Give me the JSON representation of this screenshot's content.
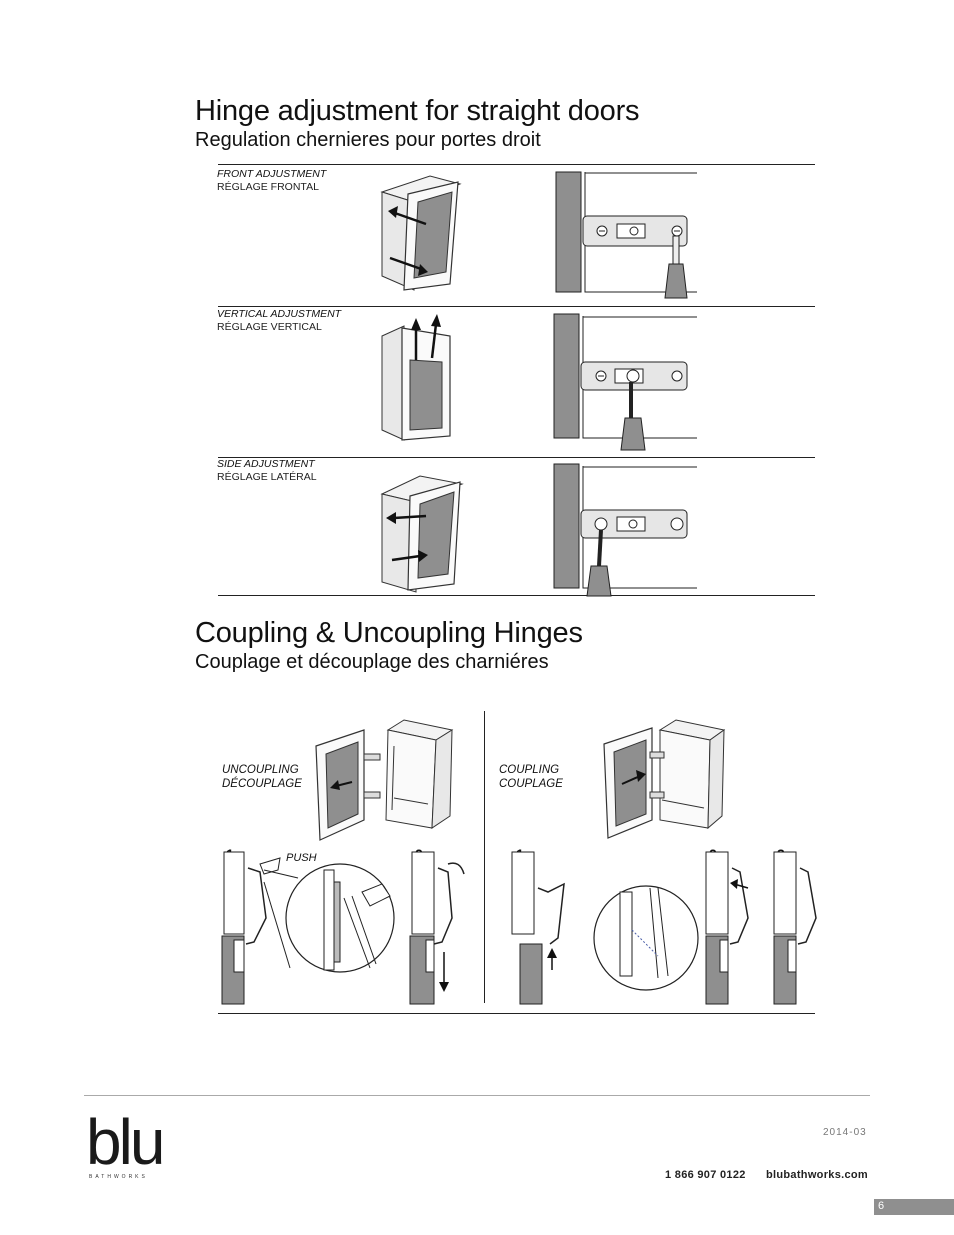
{
  "section1": {
    "title": "Hinge adjustment for straight doors",
    "subtitle": "Regulation chernieres pour portes droit",
    "rows": [
      {
        "label_en": "FRONT ADJUSTMENT",
        "label_fr": "RÉGLAGE FRONTAL"
      },
      {
        "label_en": "VERTICAL ADJUSTMENT",
        "label_fr": "RÉGLAGE VERTICAL"
      },
      {
        "label_en": "SIDE ADJUSTMENT",
        "label_fr": "RÉGLAGE LATÉRAL"
      }
    ]
  },
  "section2": {
    "title": "Coupling & Uncoupling Hinges",
    "subtitle": "Couplage et découplage des charniéres",
    "uncoupling": {
      "label_en": "UNCOUPLING",
      "label_fr": "DÉCOUPLAGE",
      "push": "PUSH",
      "steps": [
        "1",
        "2"
      ]
    },
    "coupling": {
      "label_en": "COUPLING",
      "label_fr": "COUPLAGE",
      "steps": [
        "1",
        "2",
        "3"
      ]
    }
  },
  "footer": {
    "brand": "blu",
    "brand_sub": "BATHWORKS",
    "date": "2014-03",
    "phone": "1 866 907 0122",
    "website": "blubathworks.com",
    "page_number": "6"
  }
}
